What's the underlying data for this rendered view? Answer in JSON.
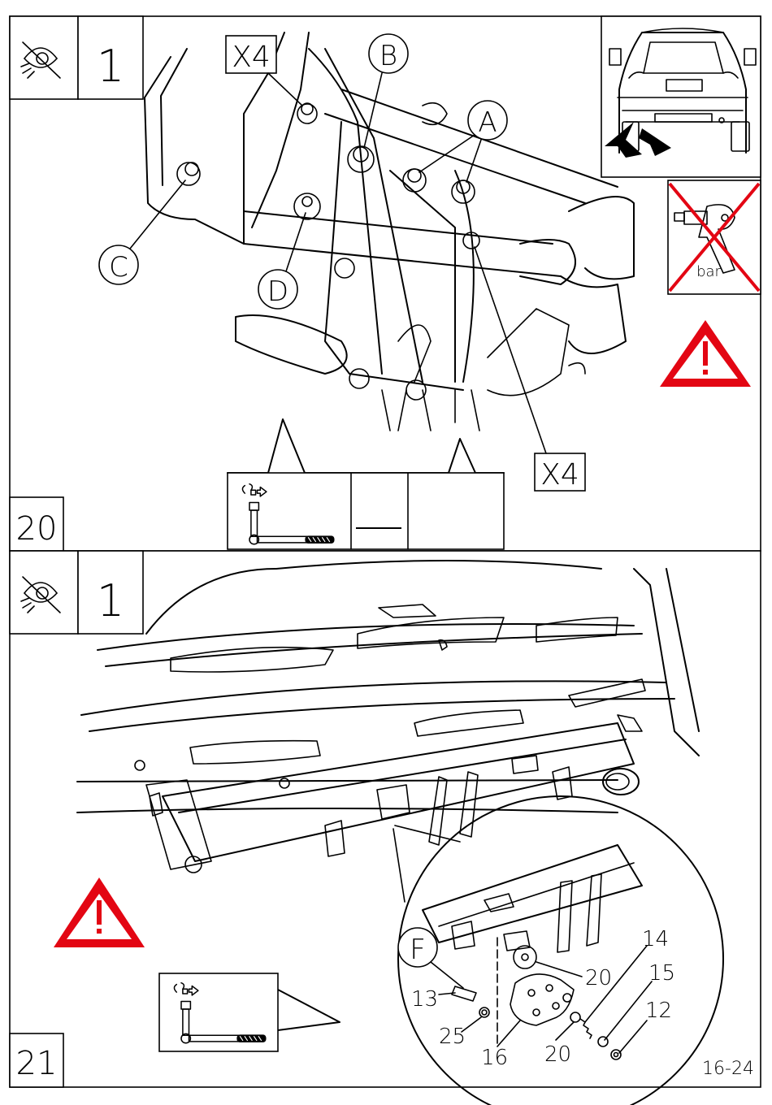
{
  "panel_top": {
    "step_number": "20",
    "view_number": "1",
    "quantity_label_top": "X4",
    "quantity_label_bottom": "X4",
    "callouts": [
      "B",
      "A",
      "C",
      "D"
    ],
    "no_tool_label": "bar",
    "torque_value": ""
  },
  "panel_bottom": {
    "step_number": "21",
    "view_number": "1",
    "detail_callout": "F",
    "part_numbers": [
      "14",
      "15",
      "12",
      "20",
      "20",
      "13",
      "25",
      "16"
    ],
    "page_code": "16-24"
  },
  "icons": [
    "eye-view-icon",
    "torque-wrench-icon",
    "warning-triangle-icon",
    "no-impact-wrench-icon"
  ],
  "colors": {
    "warning": "#e30613",
    "line": "#000000"
  }
}
